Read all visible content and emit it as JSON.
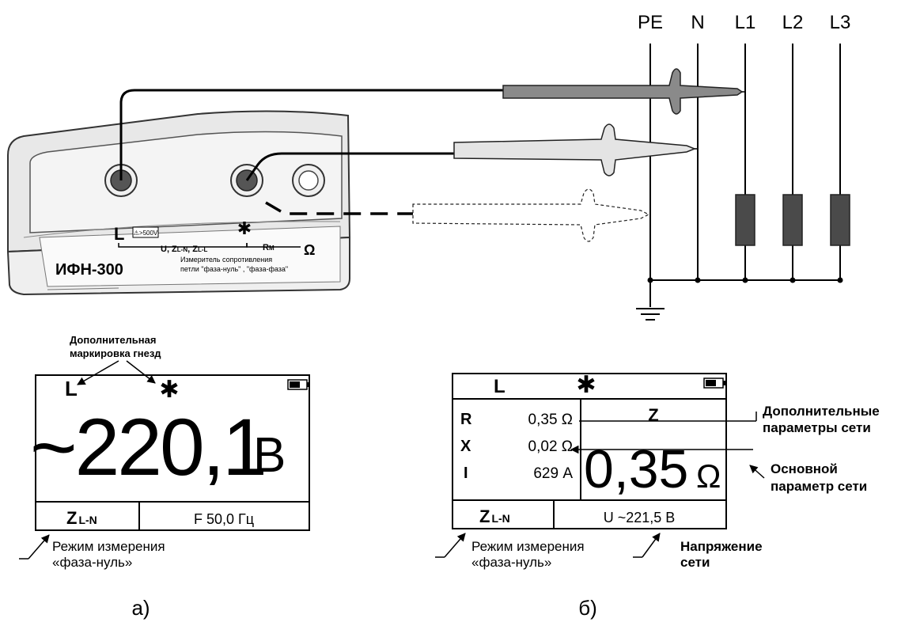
{
  "bus_labels": [
    "PE",
    "N",
    "L1",
    "L2",
    "L3"
  ],
  "device": {
    "model": "ИФН-300",
    "description_line1": "Измеритель сопротивления",
    "description_line2": "петли \"фаза-нуль\" , \"фаза-фаза\"",
    "jack_label_l": "L",
    "warning_label": "⚠>500V",
    "jack_label_u": "U, Z",
    "jack_sub_ln": "L-N",
    "jack_sep": ", Z",
    "jack_sub_ll": "L-L",
    "jack_label_star": "✱",
    "jack_label_rm": "R",
    "jack_sub_m": "M",
    "jack_label_ohm": "Ω"
  },
  "panel_a": {
    "annotation_top_line1": "Дополнительная",
    "annotation_top_line2": "маркировка гнезд",
    "indicator_l": "L",
    "indicator_star": "✱",
    "main_value": "~220,1",
    "main_unit": "В",
    "mode_z": "Z",
    "mode_sub": "L-N",
    "freq_text": "F  50,0 Гц",
    "annotation_bottom_line1": "Режим измерения",
    "annotation_bottom_line2": "«фаза-нуль»",
    "caption": "а)"
  },
  "panel_b": {
    "indicator_l": "L",
    "indicator_star": "✱",
    "rows": [
      {
        "name": "R",
        "value": "0,35 Ω"
      },
      {
        "name": "X",
        "value": "0,02 Ω"
      },
      {
        "name": "I",
        "value": "629 А"
      }
    ],
    "z_header": "Z",
    "main_value": "0,35",
    "main_unit": "Ω",
    "mode_z": "Z",
    "mode_sub": "L-N",
    "voltage_text": "U ~221,5 В",
    "annotation_extra_line1": "Дополнительные",
    "annotation_extra_line2": "параметры сети",
    "annotation_main_line1": "Основной",
    "annotation_main_line2": "параметр сети",
    "annotation_mode_line1": "Режим измерения",
    "annotation_mode_line2": "«фаза-нуль»",
    "annotation_volt_line1": "Напряжение",
    "annotation_volt_line2": "сети",
    "caption": "б)"
  }
}
